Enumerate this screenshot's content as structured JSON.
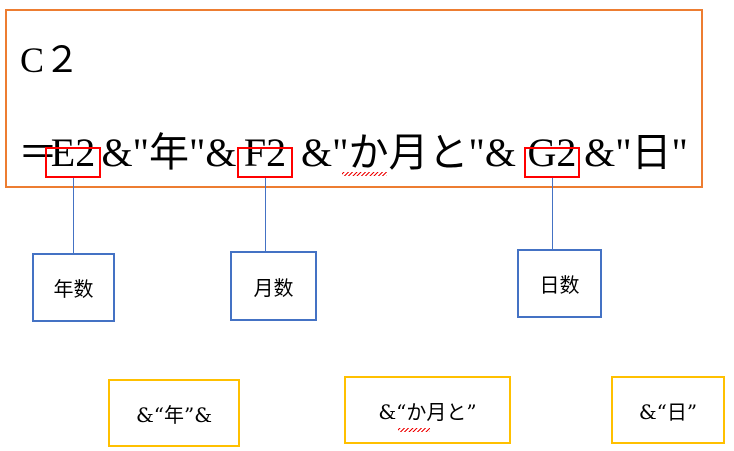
{
  "cell_ref": "C２",
  "formula": {
    "eq": "＝",
    "ref_e": "E2",
    "part1": "&\"年\"&",
    "ref_f": "F2",
    "part2": "&\"か月と\"&",
    "ref_g": "G2",
    "part3": "&\"日\""
  },
  "labels": {
    "years": "年数",
    "months": "月数",
    "days": "日数"
  },
  "strings": {
    "year_str": "&“年”&",
    "month_str": "&“か月と”",
    "day_str": "&“日”"
  },
  "colors": {
    "outer": "#ed7d31",
    "ref": "#ff0000",
    "label": "#4472c4",
    "string": "#ffc000"
  }
}
